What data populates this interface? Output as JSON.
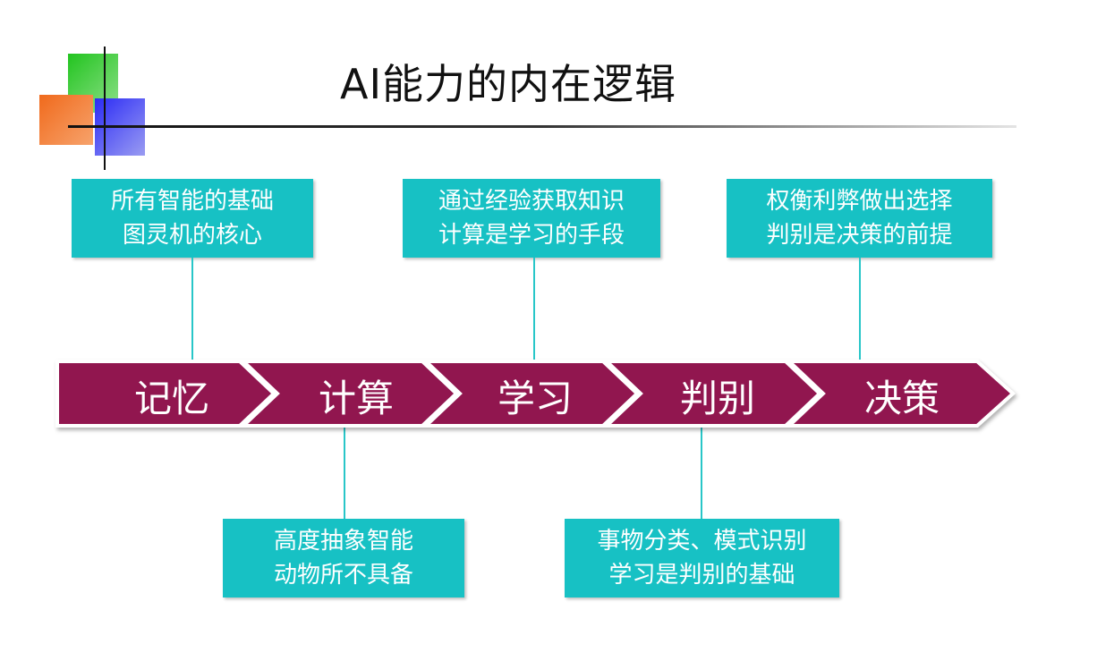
{
  "title": "AI能力的内在逻辑",
  "steps": [
    "记忆",
    "计算",
    "学习",
    "判别",
    "决策"
  ],
  "top_boxes": [
    {
      "line1": "所有智能的基础",
      "line2": "图灵机的核心"
    },
    {
      "line1": "通过经验获取知识",
      "line2": "计算是学习的手段"
    },
    {
      "line1": "权衡利弊做出选择",
      "line2": "判别是决策的前提"
    }
  ],
  "bottom_boxes": [
    {
      "line1": "高度抽象智能",
      "line2": "动物所不具备"
    },
    {
      "line1": "事物分类、模式识别",
      "line2": "学习是判别的基础"
    }
  ],
  "colors": {
    "arrow": "#911650",
    "box": "#17c1c4",
    "connector": "#28c6c8"
  }
}
